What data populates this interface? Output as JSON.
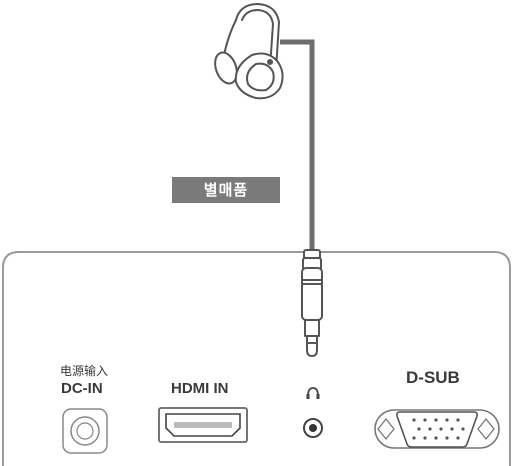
{
  "badge_label": "별매품",
  "ports": {
    "power_label_cn": "电源输入",
    "power_label": "DC-IN",
    "hdmi_label": "HDMI IN",
    "vga_label": "D-SUB"
  },
  "icons": {
    "headphones": "headphones-icon",
    "headphone_port": "headphone-port-icon"
  }
}
